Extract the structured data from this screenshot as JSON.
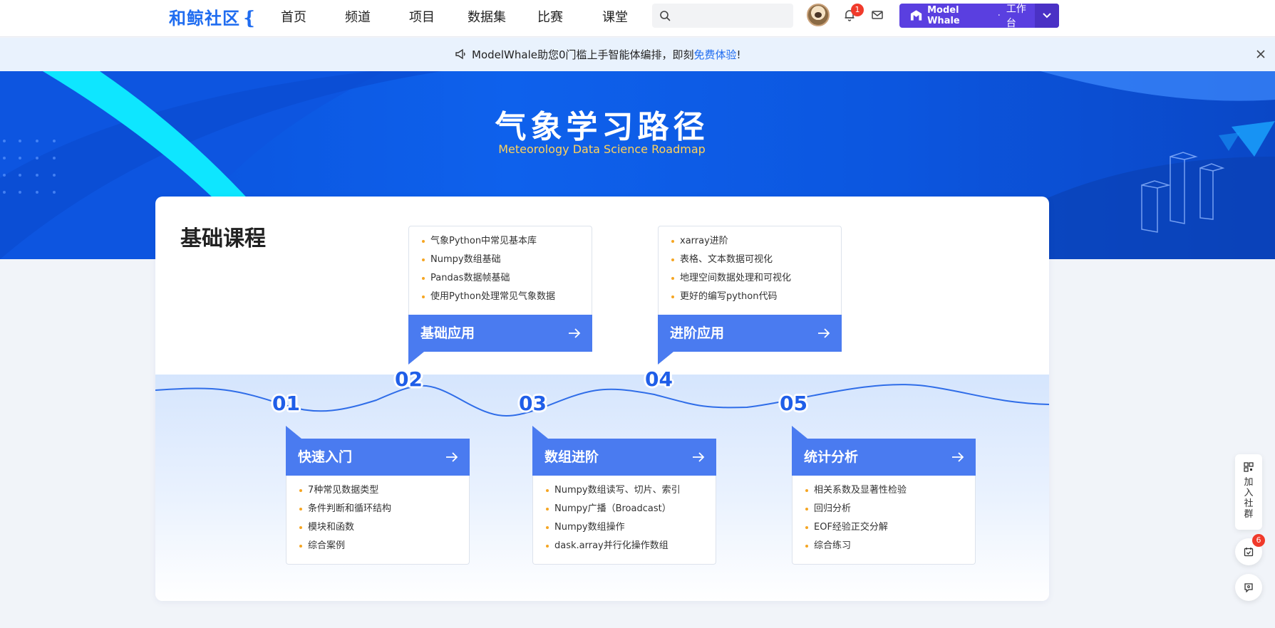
{
  "nav": {
    "logo": "和鲸社区",
    "items": [
      "首页",
      "频道",
      "项目",
      "数据集",
      "比赛",
      "课堂"
    ],
    "search_placeholder": "",
    "notification_count": "1",
    "workspace_brand": "Model Whale",
    "workspace_label": "工作台"
  },
  "announcement": {
    "text": "ModelWhale助您0门槛上手智能体编排，即刻",
    "link": "免费体验",
    "suffix": "!"
  },
  "banner": {
    "title": "气象学习路径",
    "subtitle": "Meteorology Data Science Roadmap"
  },
  "section_title": "基础课程",
  "modules": [
    {
      "step": "01",
      "title": "快速入门",
      "items": [
        "7种常见数据类型",
        "条件判断和循环结构",
        "模块和函数",
        "综合案例"
      ]
    },
    {
      "step": "02",
      "title": "基础应用",
      "items": [
        "气象Python中常见基本库",
        "Numpy数组基础",
        "Pandas数据帧基础",
        "使用Python处理常见气象数据"
      ]
    },
    {
      "step": "03",
      "title": "数组进阶",
      "items": [
        "Numpy数组读写、切片、索引",
        "Numpy广播（Broadcast）",
        "Numpy数组操作",
        "dask.array并行化操作数组"
      ]
    },
    {
      "step": "04",
      "title": "进阶应用",
      "items": [
        "xarray进阶",
        "表格、文本数据可视化",
        "地理空间数据处理和可视化",
        "更好的编写python代码"
      ]
    },
    {
      "step": "05",
      "title": "统计分析",
      "items": [
        "相关系数及显著性检验",
        "回归分析",
        "EOF经验正交分解",
        "综合练习"
      ]
    }
  ],
  "floating": {
    "join_label": "加入社群",
    "task_count": "6"
  },
  "colors": {
    "primary": "#1f6cf0",
    "module_head": "#4a7bf0",
    "workspace": "#5a3fe0",
    "bullet": "#f5a623",
    "badge": "#f03a2b"
  }
}
